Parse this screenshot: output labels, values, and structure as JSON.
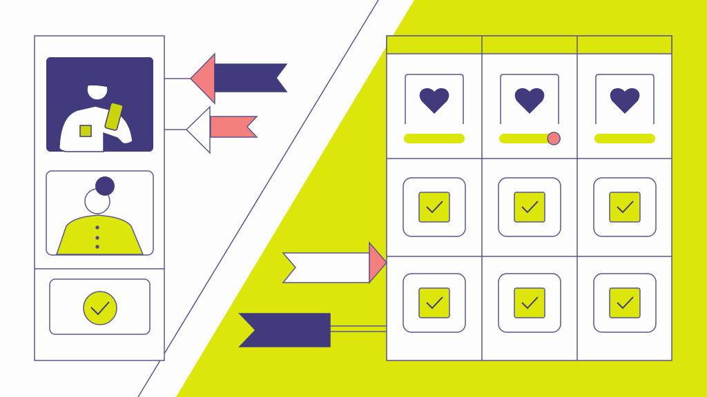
{
  "colors": {
    "background": "#fdfdfd",
    "lime": "#dde60a",
    "navy": "#413b7e",
    "coral": "#f47f7f",
    "line": "#5a5590"
  },
  "icons": [
    "heart-icon",
    "checkmark-icon",
    "arrow-flag-icon",
    "person-illustration"
  ],
  "grid": {
    "columns": 3,
    "rows": 3,
    "slider_levels": [
      1.0,
      0.9,
      1.0
    ]
  }
}
